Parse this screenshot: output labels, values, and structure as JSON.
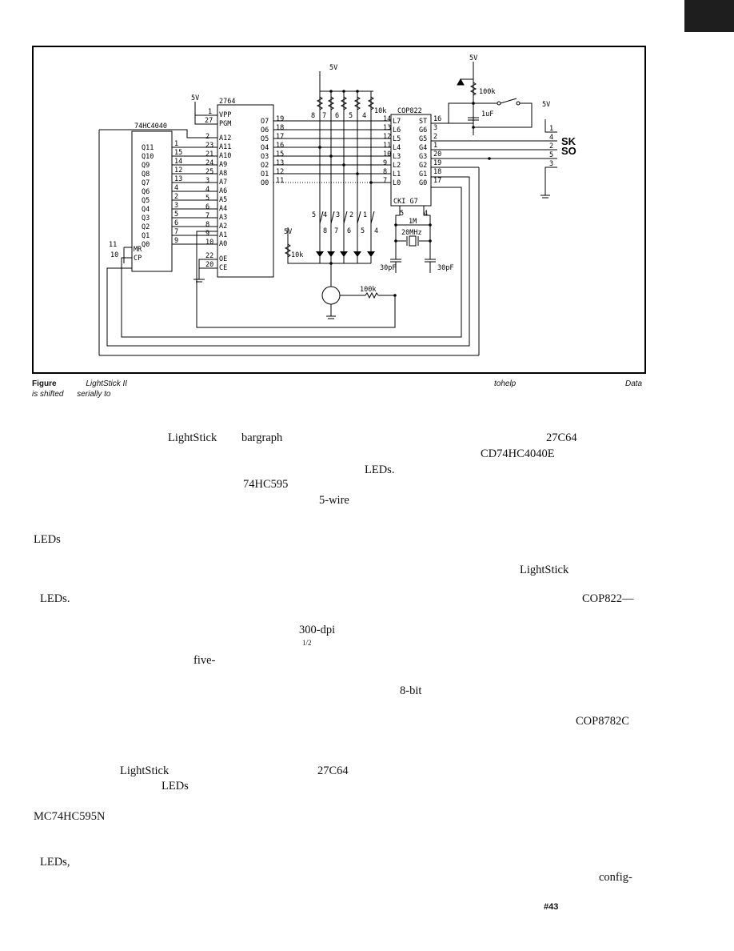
{
  "caption": {
    "label": "Figure",
    "fragment_1": "LightStick II",
    "fragment_2": "tohelp",
    "fragment_3": "Data",
    "line2_a": "is shifted",
    "line2_b": "serially to"
  },
  "schematic": {
    "power": "5V",
    "ic_eprom": "2764",
    "ic_counter": "74HC4040",
    "ic_mcu": "COP822",
    "r_pullup": "10k",
    "r_100k": "100k",
    "r_1m": "1M",
    "crystal": "20MHz",
    "cap_30pf": "30pF",
    "cap_1uf": "1uF",
    "conn_sk": "SK",
    "conn_so": "SO",
    "pins_counter_left": [
      "Q11",
      "Q10",
      "Q9",
      "Q8",
      "Q7",
      "Q6",
      "Q5",
      "Q4",
      "Q3",
      "Q2",
      "Q1",
      "Q0"
    ],
    "pins_counter_nums": [
      "1",
      "15",
      "14",
      "12",
      "13",
      "4",
      "2",
      "3",
      "5",
      "6",
      "7",
      "9"
    ],
    "pins_eprom_addr": [
      "A12",
      "A11",
      "A10",
      "A9",
      "A8",
      "A7",
      "A6",
      "A5",
      "A4",
      "A3",
      "A2",
      "A1",
      "A0"
    ],
    "pins_eprom_addr_nums": [
      "2",
      "23",
      "21",
      "24",
      "25",
      "3",
      "4",
      "5",
      "6",
      "7",
      "8",
      "9",
      "10"
    ],
    "pins_eprom_top": [
      "VPP",
      "PGM"
    ],
    "pins_eprom_top_nums": [
      "1",
      "27"
    ],
    "pins_eprom_ctrl": [
      "OE",
      "CE"
    ],
    "pins_eprom_ctrl_nums": [
      "22",
      "20"
    ],
    "pins_eprom_data": [
      "O7",
      "O6",
      "O5",
      "O4",
      "O3",
      "O2",
      "O1",
      "O0"
    ],
    "pins_eprom_data_nums": [
      "19",
      "18",
      "17",
      "16",
      "15",
      "13",
      "12",
      "11"
    ],
    "pins_counter_ctrl": [
      "MR",
      "CP"
    ],
    "pins_counter_ctrl_nums": [
      "11",
      "10"
    ],
    "pins_mcu_left": [
      "L7",
      "L6",
      "L5",
      "L4",
      "L3",
      "L2",
      "L1",
      "L0"
    ],
    "pins_mcu_left_nums": [
      "14",
      "13",
      "12",
      "11",
      "10",
      "9",
      "8",
      "7"
    ],
    "pins_mcu_right": [
      "ST",
      "G6",
      "G5",
      "G4",
      "G3",
      "G2",
      "G1",
      "G0"
    ],
    "pins_mcu_right_nums": [
      "16",
      "3",
      "2",
      "1",
      "20",
      "19",
      "18",
      "17"
    ],
    "mcu_bottom": "CKI G7",
    "mcu_bottom_nums": [
      "5",
      "4"
    ],
    "pullup_nums": [
      "8",
      "7",
      "6",
      "5",
      "4"
    ],
    "switch_nums": [
      "5",
      "4",
      "3",
      "2",
      "1"
    ],
    "diode_nums": [
      "8",
      "7",
      "6",
      "5",
      "4"
    ],
    "conn_pins": [
      "1",
      "4",
      "2",
      "5",
      "3"
    ]
  },
  "body_fragments": {
    "line1": [
      "LightStick",
      "bargraph",
      "27C64"
    ],
    "line2": [
      "CD74HC4040E"
    ],
    "line3": [
      "LEDs."
    ],
    "line4": [
      "74HC595"
    ],
    "line5": [
      "5-wire"
    ],
    "line6": [
      "LEDs"
    ],
    "line7": [
      "LightStick"
    ],
    "line8": [
      "LEDs.",
      "COP822—"
    ],
    "line9": [
      "300-dpi"
    ],
    "line10": [
      "1/2"
    ],
    "line11": [
      "five-"
    ],
    "line12": [
      "8-bit"
    ],
    "line13": [
      "COP8782C"
    ],
    "line14": [
      "LightStick",
      "27C64"
    ],
    "line15": [
      "LEDs"
    ],
    "line16": [
      "MC74HC595N"
    ],
    "line17": [
      "LEDs,"
    ],
    "line18": [
      "config-"
    ]
  },
  "page_number": "#43"
}
